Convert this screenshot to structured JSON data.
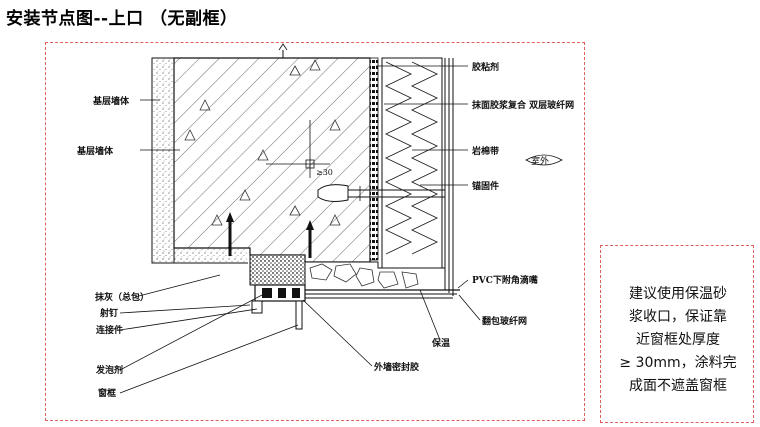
{
  "title": "安装节点图--上口 （无副框）",
  "labels": {
    "base_wall_1": "基层墙体",
    "base_wall_2": "基层墙体",
    "adhesive": "胶粘剂",
    "render_mesh": "抹面胶浆复合 双层玻纤网",
    "rock_wool": "岩棉带",
    "anchor": "锚固件",
    "exterior": "室外",
    "dim": "≥30",
    "pvc_drip": "PVC下附角滴嘴",
    "plaster": "抹灰（总包）",
    "wrap_mesh": "翻包玻纤网",
    "nail": "射钉",
    "connector": "连接件",
    "foam": "发泡剂",
    "insulation": "保温",
    "ext_sealant": "外墙密封胶",
    "window_frame": "窗框"
  },
  "note": {
    "lines": [
      "建议使用保温砂",
      "浆收口，保证靠",
      "近窗框处厚度",
      "≥ 30mm，涂料完",
      "成面不遮盖窗框"
    ]
  },
  "colors": {
    "frame_border": "#e06060",
    "line": "#111111"
  }
}
